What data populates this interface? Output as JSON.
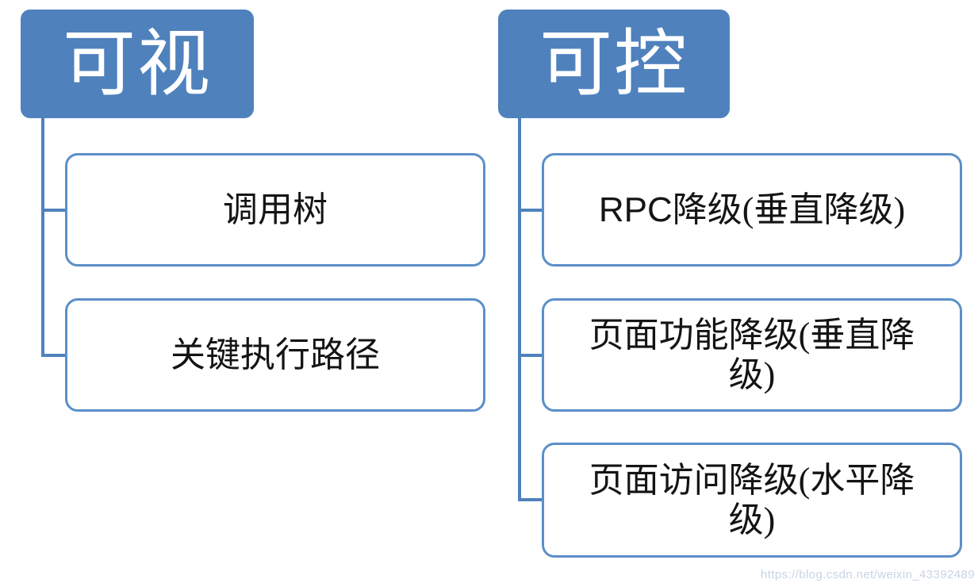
{
  "diagram": {
    "type": "hierarchy",
    "title_visible": false,
    "colors": {
      "root_fill": "#4F81BD",
      "root_text": "#FFFFFF",
      "node_border": "#5B8FC9",
      "node_fill": "#FFFFFF",
      "node_text": "#141414",
      "connector": "#4F81BD",
      "watermark_text": "#C8D4E4",
      "background": "#FFFFFF"
    },
    "branches": [
      {
        "id": "visibility",
        "root_label": "可视",
        "children": [
          {
            "id": "call-tree",
            "label": "调用树"
          },
          {
            "id": "critical-path",
            "label": "关键执行路径"
          }
        ]
      },
      {
        "id": "controllability",
        "root_label": "可控",
        "children": [
          {
            "id": "rpc-degrade",
            "ascii_prefix": "RPC",
            "label": "降级(垂直降级)"
          },
          {
            "id": "page-feature-degrade",
            "ascii_prefix": "",
            "label": "页面功能降级(垂直降\n级)"
          },
          {
            "id": "page-access-degrade",
            "ascii_prefix": "",
            "label": "页面访问降级(水平降\n级)"
          }
        ]
      }
    ]
  },
  "watermark": {
    "text": "https://blog.csdn.net/weixin_43392489"
  }
}
